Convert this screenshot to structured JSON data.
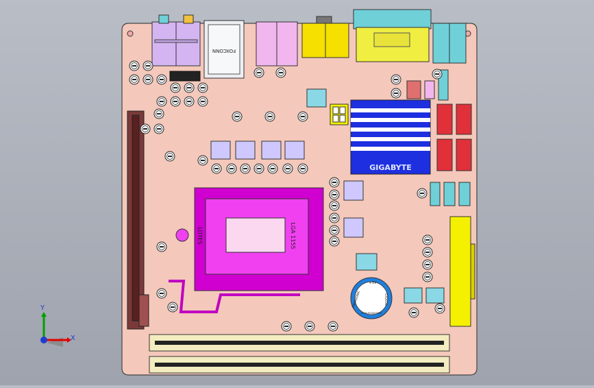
{
  "board": {
    "lan_brand": "FOXCONN",
    "heatsink_brand": "GIGABYTE",
    "socket_text_1": "LOTES",
    "socket_text_2": "LGA 1155",
    "battery_brand": "PANASONIC",
    "battery_model": "CR2032",
    "battery_polarity": "+3V",
    "battery_subtext": "LITHIUM BATTERY"
  },
  "triad": {
    "y_label": "Y",
    "x_label": "X"
  },
  "colors": {
    "background": "#a7abb5",
    "pcb": "#f4c8bb",
    "socket": "#e000e0",
    "dimm_slot": "#f3ecc0",
    "pcie_slot": "#7a3a3a",
    "heatsink": "#1e2fe0",
    "sata": "#e0303a",
    "atx_power": "#f5f000",
    "vga": "#f0ee40",
    "audio": "#d4b5f2",
    "usb": "#f2b6ee",
    "ps2": "#6fd0d8"
  }
}
